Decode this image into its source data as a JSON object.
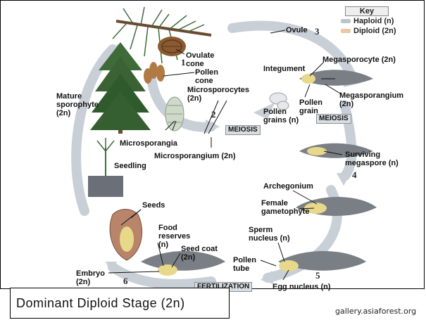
{
  "key": {
    "title": "Key",
    "haploid": "Haploid (n)",
    "diploid": "Diploid (2n)",
    "haploid_color": "#bcc4cc",
    "diploid_color": "#e8c9a0"
  },
  "labels": {
    "ovulate_cone": [
      "Ovulate",
      "cone"
    ],
    "pollen_cone": [
      "Pollen",
      "cone"
    ],
    "ovule": "Ovule",
    "mature_sporophyte": [
      "Mature",
      "sporophyte",
      "(2n)"
    ],
    "microsporocytes": [
      "Microsporocytes",
      "(2n)"
    ],
    "megasporocyte": "Megasporocyte (2n)",
    "integument": "Integument",
    "megasporangium": [
      "Megasporangium",
      "(2n)"
    ],
    "pollen_grain": [
      "Pollen",
      "grain"
    ],
    "pollen_grains": [
      "Pollen",
      "grains (n)"
    ],
    "microsporangia": "Microsporangia",
    "microsporangium": "Microsporangium (2n)",
    "surviving_megaspore": [
      "Surviving",
      "megaspore (n)"
    ],
    "seedling": "Seedling",
    "archegonium": "Archegonium",
    "female_gametophyte": [
      "Female",
      "gametophyte"
    ],
    "seeds": "Seeds",
    "food_reserves": [
      "Food",
      "reserves",
      "(n)"
    ],
    "seed_coat": [
      "Seed coat",
      "(2n)"
    ],
    "sperm_nucleus": [
      "Sperm",
      "nucleus (n)"
    ],
    "pollen_tube": [
      "Pollen",
      "tube"
    ],
    "embryo": [
      "Embryo",
      "(2n)"
    ],
    "egg_nucleus": "Egg nucleus (n)"
  },
  "boxes": {
    "meiosis_left": "MEIOSIS",
    "meiosis_right": "MEIOSIS",
    "fertilization": "FERTILIZATION"
  },
  "steps": [
    "1",
    "2",
    "3",
    "4",
    "5",
    "6"
  ],
  "caption": "Dominant  Diploid  Stage  (2n)",
  "credit": "gallery.asiaforest.org",
  "colors": {
    "arrow": "#c9cfd6",
    "cone": "#8a5a30",
    "needle": "#3f6b3a",
    "trunk": "#6b4a30",
    "structure": "#5a5f66",
    "yellow": "#e8d88a"
  }
}
